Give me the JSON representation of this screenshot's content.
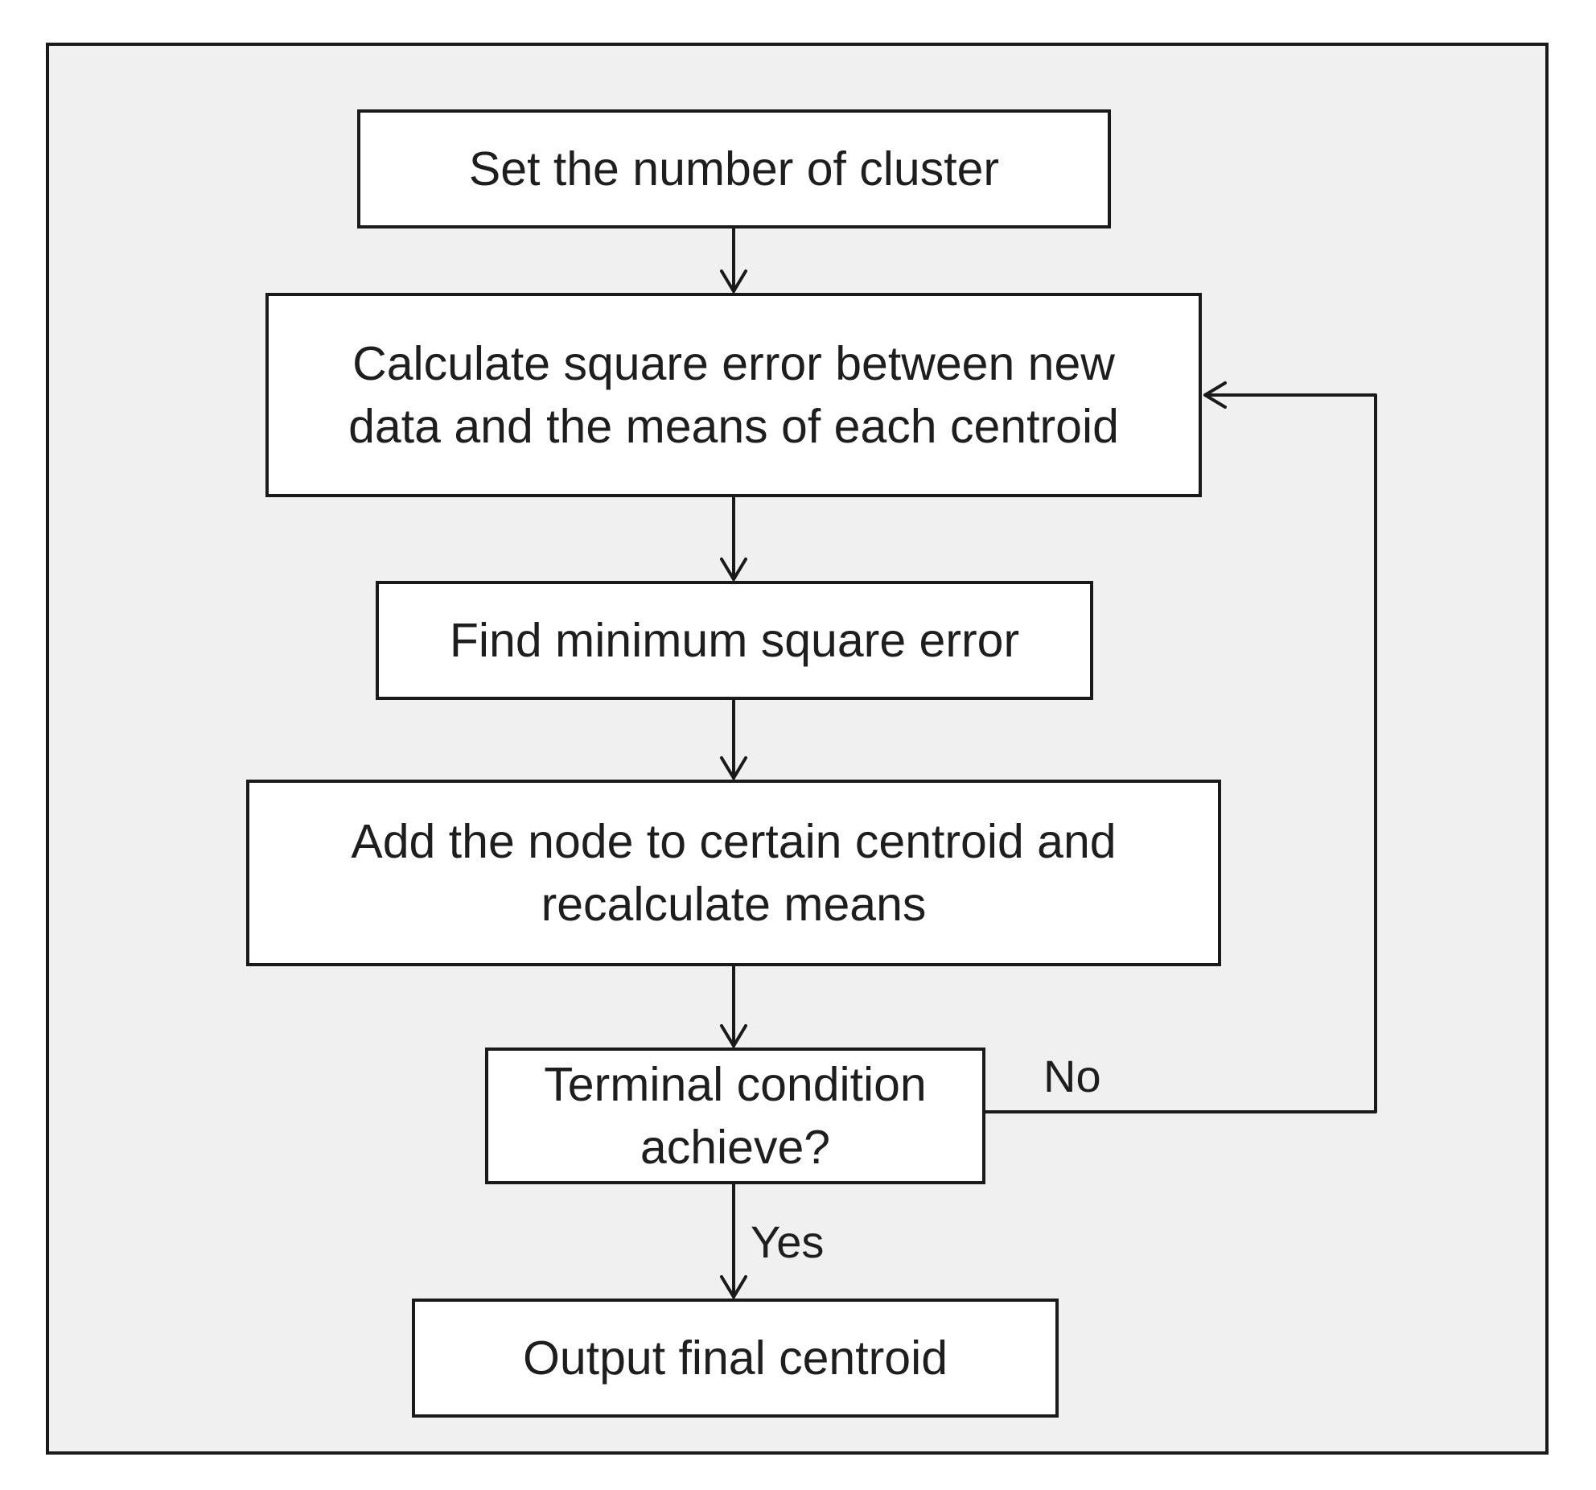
{
  "diagram": {
    "type": "flowchart",
    "colors": {
      "background": "#f0f0f0",
      "box_fill": "#ffffff",
      "stroke": "#1a1a1a",
      "text": "#1e1e1e"
    },
    "nodes": [
      {
        "id": "n1",
        "lines": [
          "Set the number of cluster"
        ]
      },
      {
        "id": "n2",
        "lines": [
          "Calculate square error between new",
          "data and the means of each centroid"
        ]
      },
      {
        "id": "n3",
        "lines": [
          "Find minimum square error"
        ]
      },
      {
        "id": "n4",
        "lines": [
          "Add the node to certain centroid and",
          "recalculate means"
        ]
      },
      {
        "id": "n5",
        "lines": [
          "Terminal condition",
          "achieve?"
        ]
      },
      {
        "id": "n6",
        "lines": [
          "Output final centroid"
        ]
      }
    ],
    "edges": [
      {
        "from": "n1",
        "to": "n2",
        "label": ""
      },
      {
        "from": "n2",
        "to": "n3",
        "label": ""
      },
      {
        "from": "n3",
        "to": "n4",
        "label": ""
      },
      {
        "from": "n4",
        "to": "n5",
        "label": ""
      },
      {
        "from": "n5",
        "to": "n6",
        "label": "Yes"
      },
      {
        "from": "n5",
        "to": "n2",
        "label": "No"
      }
    ]
  }
}
